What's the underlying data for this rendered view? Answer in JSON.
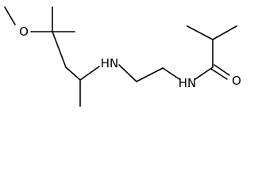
{
  "molecule": {
    "atoms": {
      "methoxy_oxygen": "O",
      "amine_nitrogen": "HN",
      "amide_nitrogen": "HN",
      "carbonyl_oxygen": "O"
    }
  }
}
